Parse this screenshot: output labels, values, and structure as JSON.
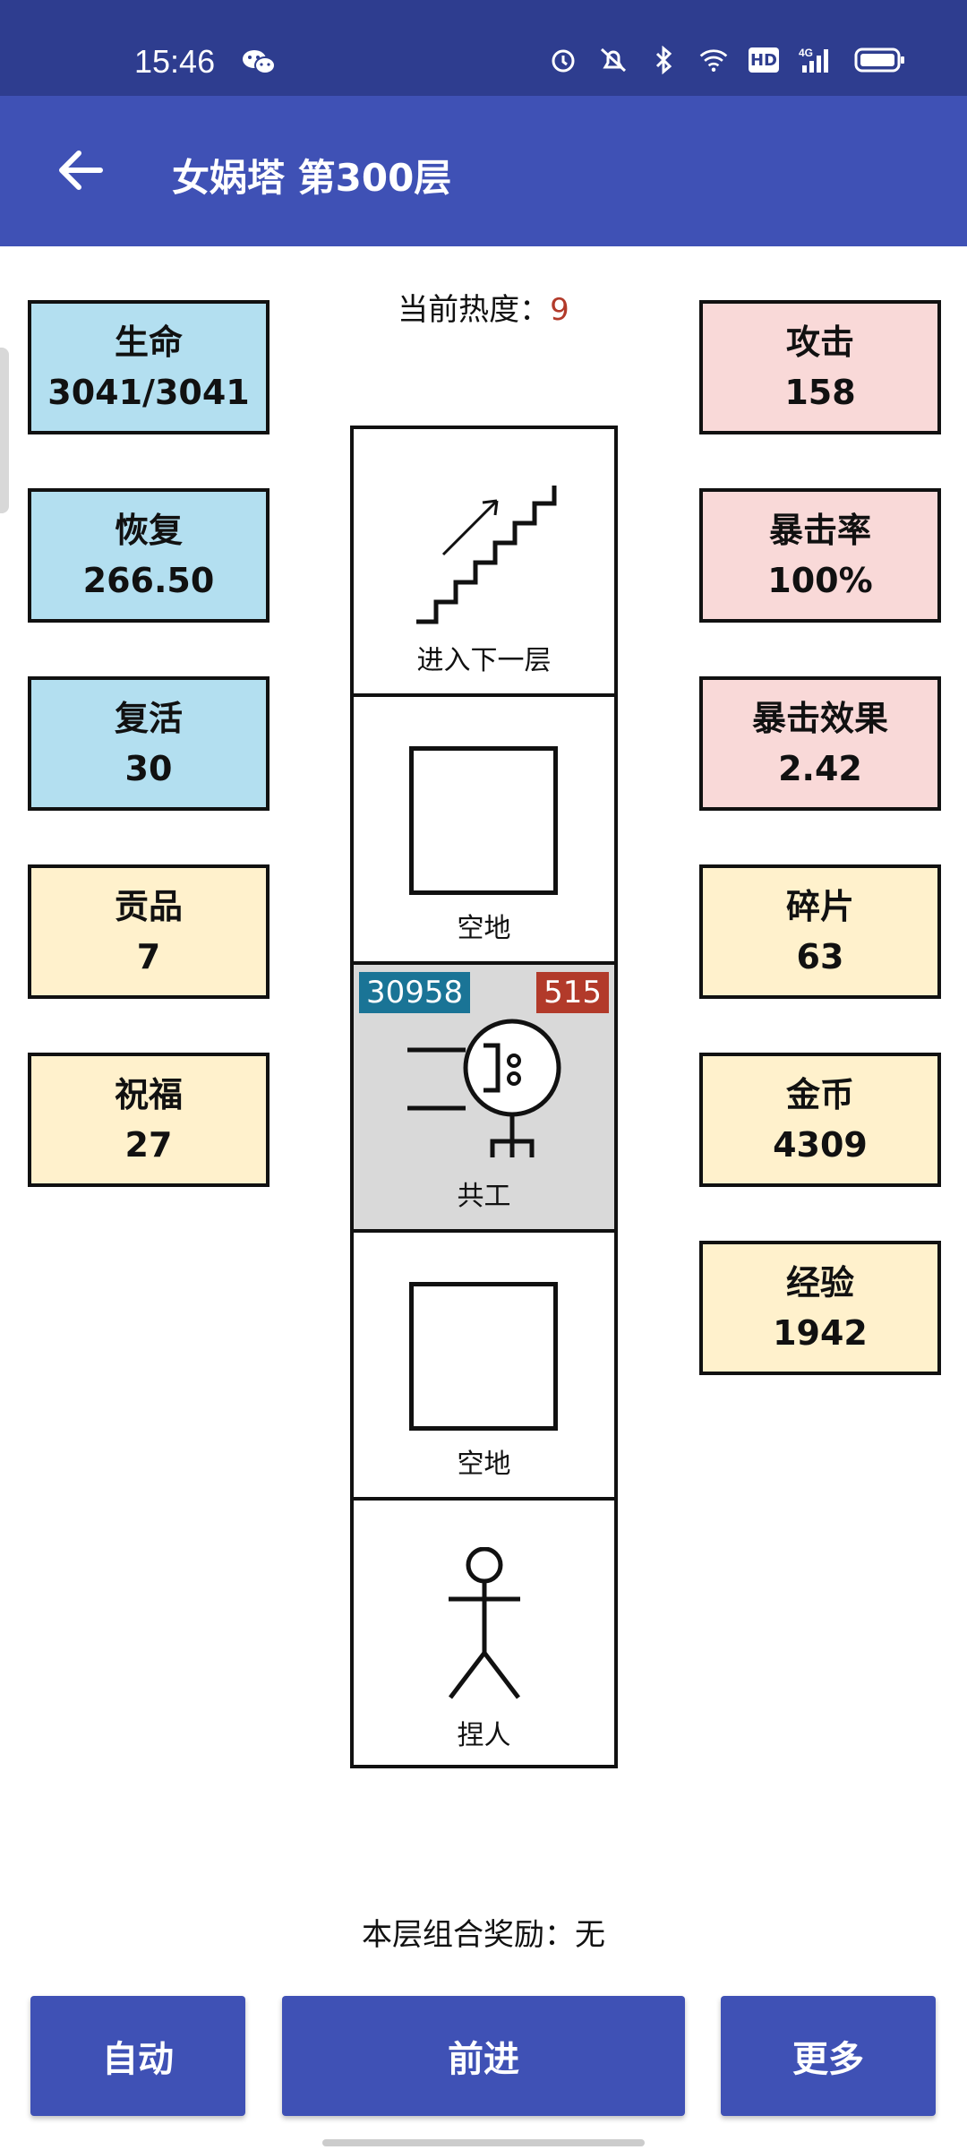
{
  "status_bar": {
    "time": "15:46",
    "icons": [
      "wechat-icon",
      "alarm-icon",
      "mute-icon",
      "bluetooth-icon",
      "wifi-icon",
      "hd-icon",
      "4g-signal-icon",
      "battery-icon"
    ],
    "hd_text": "HD",
    "net_text": "4G"
  },
  "app_bar": {
    "title": "女娲塔 第300层",
    "back_icon": "arrow-left-icon"
  },
  "heat": {
    "label": "当前热度：",
    "value": "9"
  },
  "left_stats": [
    {
      "name": "生命",
      "value": "3041/3041",
      "color": "#b3dff0"
    },
    {
      "name": "恢复",
      "value": "266.50",
      "color": "#b3dff0"
    },
    {
      "name": "复活",
      "value": "30",
      "color": "#b3dff0"
    },
    {
      "name": "贡品",
      "value": "7",
      "color": "#fff1cc"
    },
    {
      "name": "祝福",
      "value": "27",
      "color": "#fff1cc"
    }
  ],
  "right_stats": [
    {
      "name": "攻击",
      "value": "158",
      "color": "#f9d9d8"
    },
    {
      "name": "暴击率",
      "value": "100%",
      "color": "#f9d9d8"
    },
    {
      "name": "暴击效果",
      "value": "2.42",
      "color": "#f9d9d8"
    },
    {
      "name": "碎片",
      "value": "63",
      "color": "#fff1cc"
    },
    {
      "name": "金币",
      "value": "4309",
      "color": "#fff1cc"
    },
    {
      "name": "经验",
      "value": "1942",
      "color": "#fff1cc"
    }
  ],
  "tower": {
    "cells": [
      {
        "label": "进入下一层",
        "icon": "stairs-icon"
      },
      {
        "label": "空地",
        "icon": "empty-square-icon"
      },
      {
        "label": "共工",
        "icon": "enemy-gonggong-icon",
        "hp": "30958",
        "attack": "515"
      },
      {
        "label": "空地",
        "icon": "empty-square-icon"
      },
      {
        "label": "捏人",
        "icon": "stick-figure-icon"
      }
    ]
  },
  "bonus": {
    "label": "本层组合奖励：",
    "value": "无"
  },
  "buttons": {
    "auto": "自动",
    "forward": "前进",
    "more": "更多"
  },
  "colors": {
    "status_bar": "#2e3d8f",
    "app_bar": "#3f51b5",
    "button": "#3f51b5",
    "hp_badge": "#1a7496",
    "atk_badge": "#b23a2a"
  }
}
